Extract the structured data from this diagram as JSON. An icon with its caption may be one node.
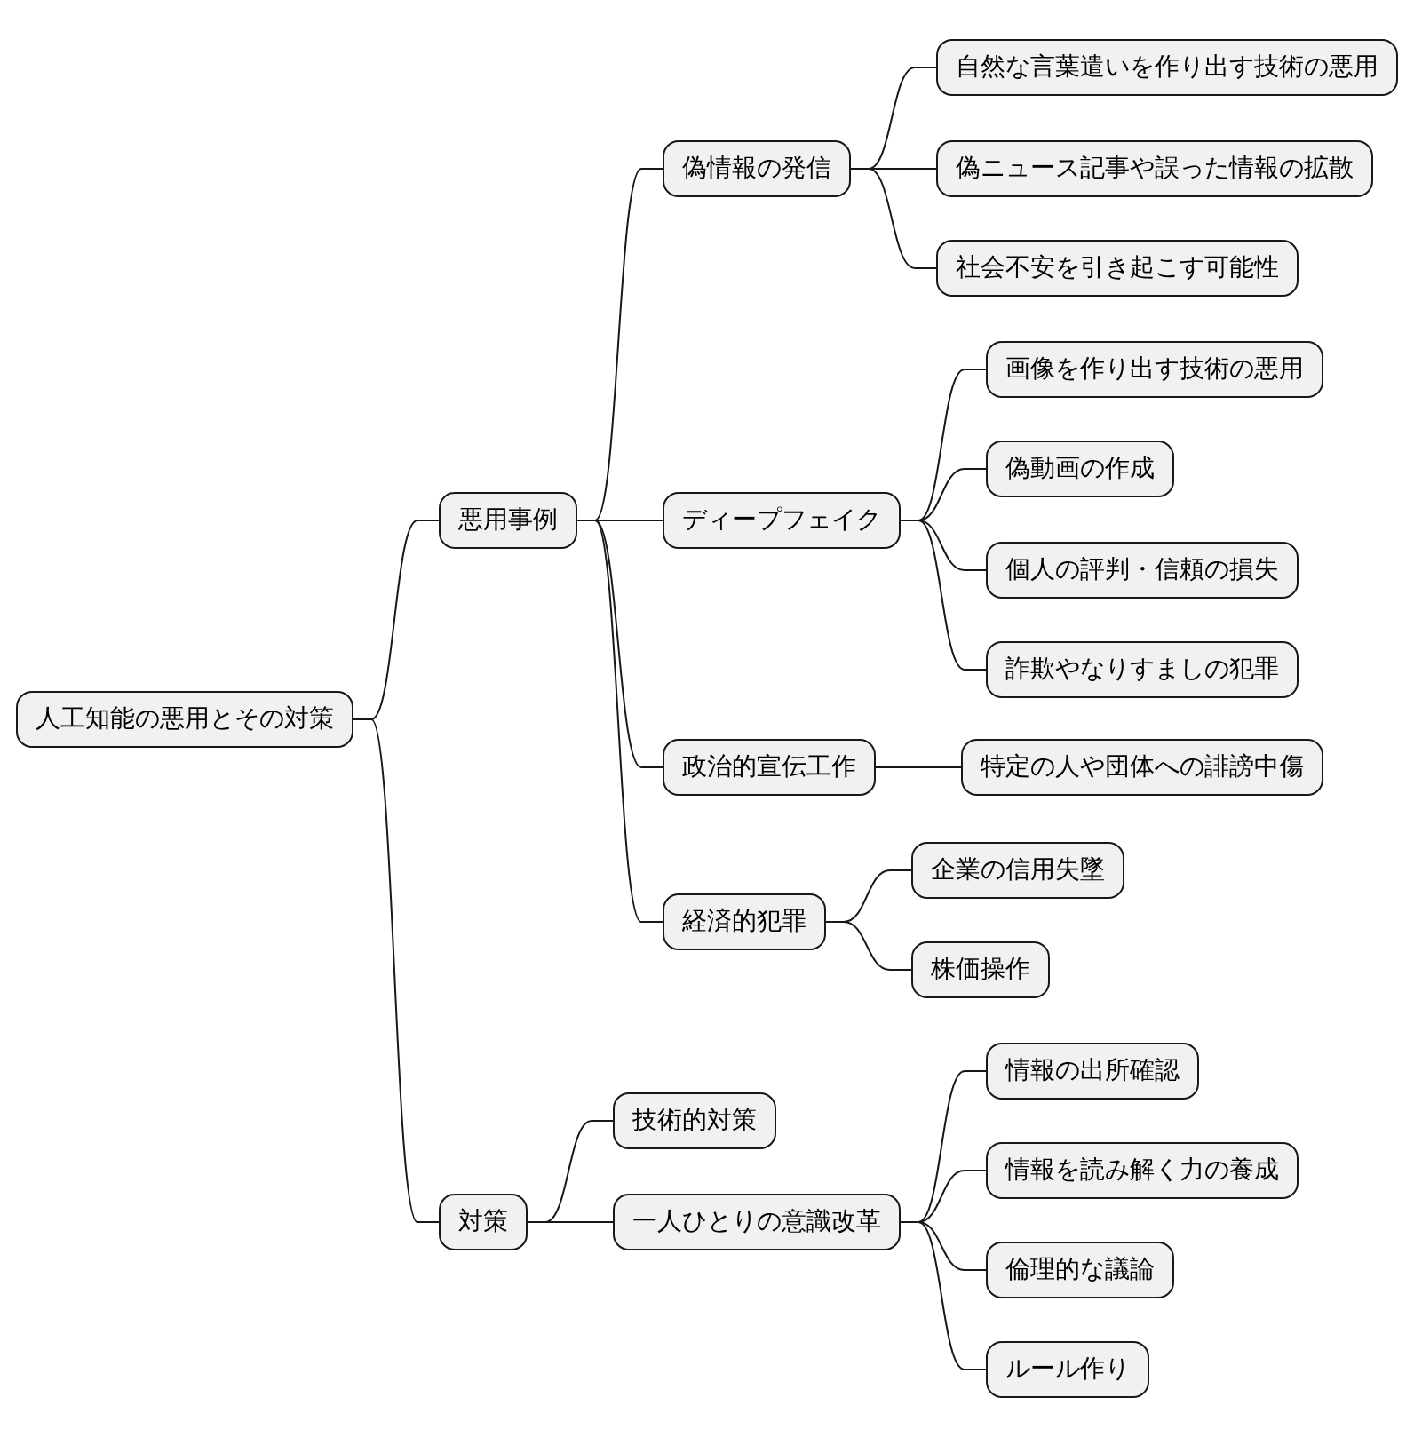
{
  "diagram": {
    "nodes": [
      {
        "text": [
          "人工知能の悪用とその対策"
        ]
      },
      {
        "text": [
          "悪用事例"
        ]
      },
      {
        "text": [
          "偽情報の発信"
        ]
      },
      {
        "text": [
          "自然な言葉遣いを作り出す技術の悪用"
        ]
      },
      {
        "text": [
          "偽ニュース記事や誤った情報の拡散"
        ]
      },
      {
        "text": [
          "社会不安を引き起こす可能性"
        ]
      },
      {
        "text": [
          "ディープフェイク"
        ]
      },
      {
        "text": [
          "画像を作り出す技術の悪用"
        ]
      },
      {
        "text": [
          "偽動画の作成"
        ]
      },
      {
        "text": [
          "個人の評判・信頼の損失"
        ]
      },
      {
        "text": [
          "詐欺やなりすましの犯罪"
        ]
      },
      {
        "text": [
          "政治的宣伝工作"
        ]
      },
      {
        "text": [
          "特定の人や団体への誹謗中傷"
        ]
      },
      {
        "text": [
          "経済的犯罪"
        ]
      },
      {
        "text": [
          "企業の信用失墜"
        ]
      },
      {
        "text": [
          "株価操作"
        ]
      },
      {
        "text": [
          "対策"
        ]
      },
      {
        "text": [
          "技術的対策"
        ]
      },
      {
        "text": [
          "一人ひとりの意識改革"
        ]
      },
      {
        "text": [
          "情報の出所確認"
        ]
      },
      {
        "text": [
          "情報を読み解く力の養成"
        ]
      },
      {
        "text": [
          "倫理的な議論"
        ]
      },
      {
        "text": [
          "ルール作り"
        ]
      }
    ],
    "edges": [
      {
        "from": 0,
        "to": 1,
        "arrow": "none"
      },
      {
        "from": 1,
        "to": 2,
        "arrow": "none"
      },
      {
        "from": 2,
        "to": 3,
        "arrow": "none"
      },
      {
        "from": 2,
        "to": 4,
        "arrow": "none"
      },
      {
        "from": 2,
        "to": 5,
        "arrow": "none"
      },
      {
        "from": 1,
        "to": 6,
        "arrow": "none"
      },
      {
        "from": 6,
        "to": 7,
        "arrow": "none"
      },
      {
        "from": 6,
        "to": 8,
        "arrow": "none"
      },
      {
        "from": 6,
        "to": 9,
        "arrow": "none"
      },
      {
        "from": 6,
        "to": 10,
        "arrow": "none"
      },
      {
        "from": 1,
        "to": 11,
        "arrow": "none"
      },
      {
        "from": 11,
        "to": 12,
        "arrow": "none"
      },
      {
        "from": 1,
        "to": 13,
        "arrow": "none"
      },
      {
        "from": 13,
        "to": 14,
        "arrow": "none"
      },
      {
        "from": 13,
        "to": 15,
        "arrow": "none"
      },
      {
        "from": 0,
        "to": 16,
        "arrow": "none"
      },
      {
        "from": 16,
        "to": 17,
        "arrow": "none"
      },
      {
        "from": 16,
        "to": 18,
        "arrow": "none"
      },
      {
        "from": 18,
        "to": 19,
        "arrow": "none"
      },
      {
        "from": 18,
        "to": 20,
        "arrow": "none"
      },
      {
        "from": 18,
        "to": 21,
        "arrow": "none"
      },
      {
        "from": 18,
        "to": 22,
        "arrow": "none"
      }
    ]
  }
}
